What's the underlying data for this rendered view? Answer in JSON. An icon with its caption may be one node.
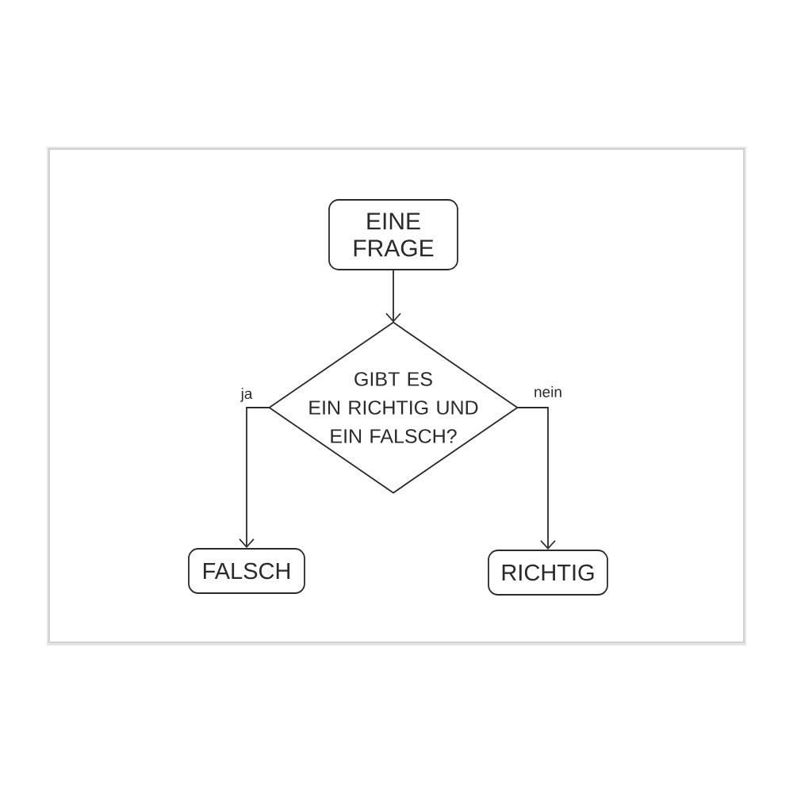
{
  "diagram": {
    "nodes": [
      {
        "text": [
          "EINE FRAGE"
        ]
      },
      {
        "text": [
          "GIBT ES EIN RICHTIG UND EIN FALSCH?"
        ]
      },
      {
        "text": [
          "FALSCH"
        ]
      },
      {
        "text": [
          "RICHTIG"
        ]
      }
    ],
    "edges": [
      {
        "from": 0,
        "to": 1,
        "arrow": "to"
      },
      {
        "from": 1,
        "to": 2,
        "label": "ja",
        "arrow": "to"
      },
      {
        "from": 1,
        "to": 3,
        "label": "nein",
        "arrow": "to"
      }
    ]
  }
}
